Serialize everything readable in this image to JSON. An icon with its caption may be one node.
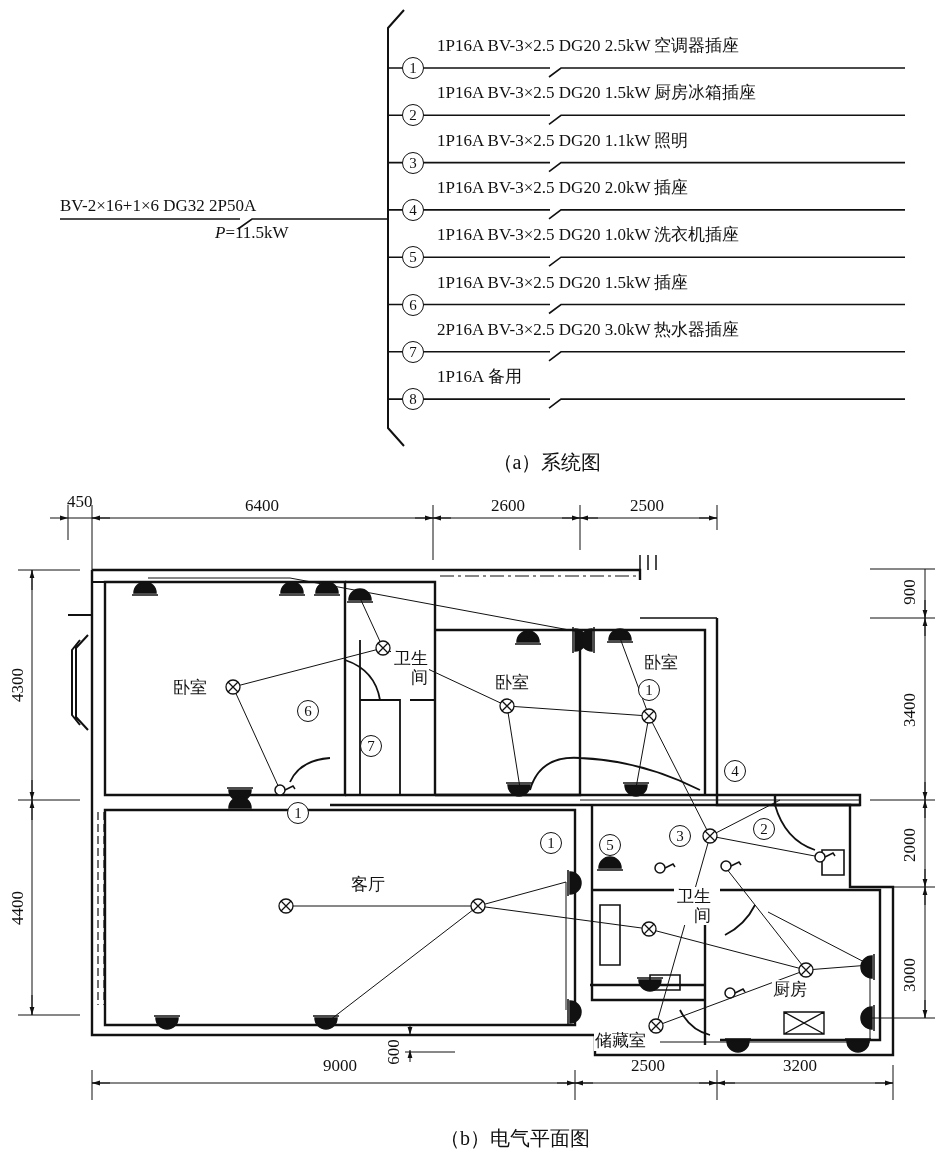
{
  "diagram": {
    "labels": [
      "BV-2×16+1×6 DG32 2P50A",
      "*P*=11.5kW",
      "1",
      "1P16A BV-3×2.5 DG20 2.5kW 空调器插座",
      "2",
      "1P16A BV-3×2.5 DG20 1.5kW 厨房冰箱插座",
      "3",
      "1P16A BV-3×2.5 DG20 1.1kW 照明",
      "4",
      "1P16A BV-3×2.5 DG20 2.0kW 插座",
      "5",
      "1P16A BV-3×2.5 DG20 1.0kW 洗衣机插座",
      "6",
      "1P16A BV-3×2.5 DG20 1.5kW 插座",
      "7",
      "2P16A BV-3×2.5 DG20 3.0kW 热水器插座",
      "8",
      "1P16A 备用",
      "（a）系统图",
      "450",
      "6400",
      "2600",
      "2500",
      "4300",
      "900",
      "卧室",
      "卫生间",
      "卧室",
      "卧室",
      "1",
      "6",
      "3400",
      "7",
      "4",
      "1",
      "2000",
      "1",
      "5",
      "3",
      "2",
      "客厅",
      "4400",
      "卫生间",
      "3000",
      "厨房",
      "储藏室",
      "600",
      "9000",
      "2500",
      "3200",
      "（b）电气平面图"
    ]
  }
}
